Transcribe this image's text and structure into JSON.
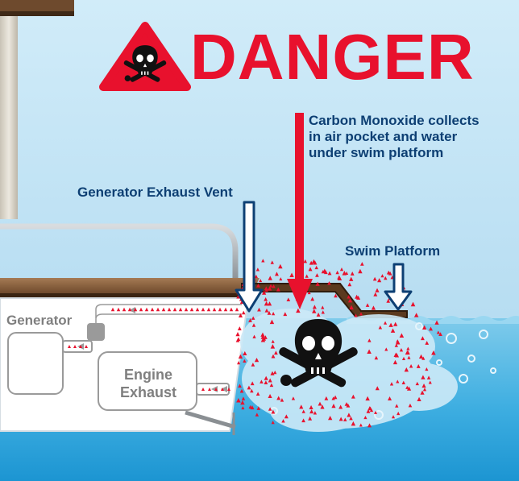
{
  "warning": {
    "title": "DANGER",
    "icon": "skull-crossbones-icon",
    "accent_color": "#e8112d"
  },
  "labels": {
    "co_note": "Carbon Monoxide collects\nin air pocket and water\nunder swim platform",
    "generator_vent": "Generator Exhaust Vent",
    "swim_platform": "Swim Platform",
    "generator": "Generator",
    "engine_exhaust": "Engine\nExhaust"
  },
  "colors": {
    "sky": "#c6e6f6",
    "water": "#5bb8e3",
    "water_deep": "#1f9ad6",
    "hull": "#ffffff",
    "deck": "#7a4f2e",
    "text_blue": "#0d3f73",
    "text_grey": "#7f7f7f",
    "co_particles": "#e8112d",
    "poison_icon": "#111111"
  }
}
